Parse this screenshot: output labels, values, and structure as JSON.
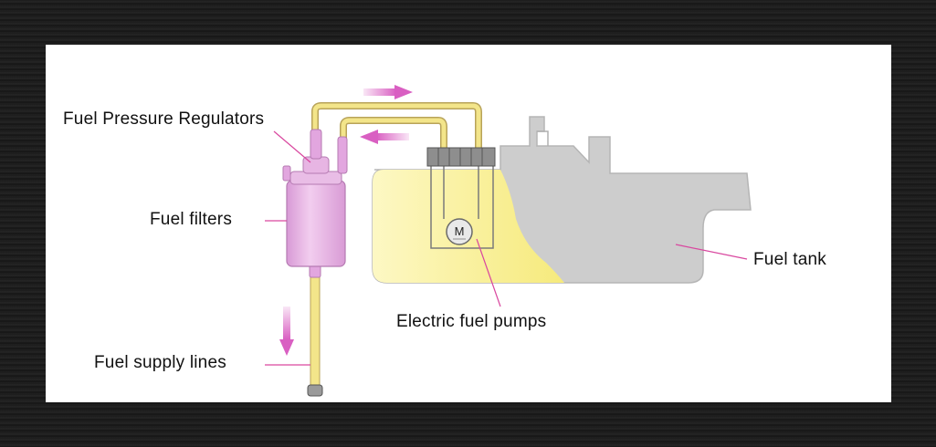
{
  "labels": {
    "fuel_pressure_regulators": "Fuel Pressure Regulators",
    "fuel_filters": "Fuel filters",
    "fuel_supply_lines": "Fuel supply lines",
    "electric_fuel_pumps": "Electric fuel pumps",
    "fuel_tank": "Fuel tank",
    "motor_symbol": "M"
  },
  "colors": {
    "fuel_yellow": "#f7ef9a",
    "pipe_yellow": "#f3e58a",
    "filter_pink": "#e8b2e4",
    "arrow_magenta": "#d95fc2",
    "leader_line": "#d9479f",
    "tank_gray": "#cdcdcd"
  },
  "icons": [
    "flow-arrow-right-icon",
    "flow-arrow-left-icon",
    "flow-arrow-down-icon",
    "motor-icon"
  ]
}
